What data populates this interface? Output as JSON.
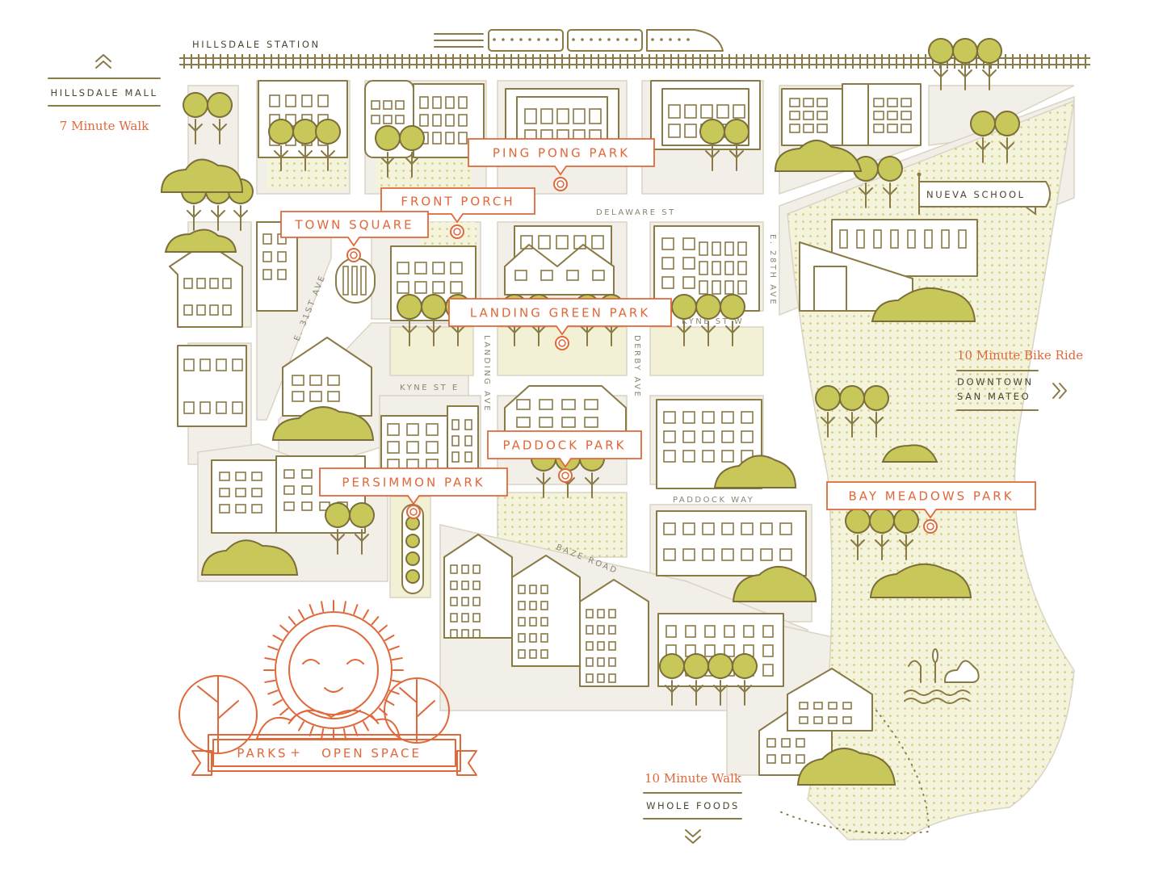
{
  "stations": {
    "hillsdale": "HILLSDALE STATION"
  },
  "destinations": {
    "mall": {
      "name": "HILLSDALE MALL",
      "time": "7 Minute Walk"
    },
    "downtown": {
      "line1": "DOWNTOWN",
      "line2": "SAN MATEO",
      "time": "10 Minute Bike Ride"
    },
    "whole_foods": {
      "name": "WHOLE FOODS",
      "time": "10 Minute Walk"
    }
  },
  "school": "NUEVA SCHOOL",
  "streets": {
    "delaware": "DELAWARE ST",
    "kyne_w": "KYNE ST W",
    "kyne_e": "KYNE ST E",
    "paddock": "PADDOCK WAY",
    "baze": "BAZE ROAD",
    "landing": "LANDING AVE",
    "derby": "DERBY AVE",
    "e31": "E. 31ST AVE",
    "e28": "E. 28TH AVE"
  },
  "parks": [
    {
      "id": "ping-pong",
      "name": "PING PONG PARK"
    },
    {
      "id": "front-porch",
      "name": "FRONT PORCH"
    },
    {
      "id": "town-square",
      "name": "TOWN SQUARE"
    },
    {
      "id": "landing-green",
      "name": "LANDING GREEN PARK"
    },
    {
      "id": "paddock",
      "name": "PADDOCK PARK"
    },
    {
      "id": "persimmon",
      "name": "PERSIMMON PARK"
    },
    {
      "id": "bay-meadows",
      "name": "BAY MEADOWS PARK"
    }
  ],
  "banner": {
    "left": "PARKS",
    "plus": "+",
    "right": "OPEN SPACE"
  },
  "icons": {
    "up": "chevron-up-icon",
    "right": "chevron-right-icon",
    "down": "chevron-down-icon",
    "train": "train-icon",
    "sun": "sun-face-icon",
    "duck": "duck-icon",
    "flag": "flag-icon"
  },
  "colors": {
    "accent": "#e0683a",
    "tree": "#c8c85a",
    "outline": "#8a7a45",
    "block": "#f1efe8",
    "park": "#f2f1d6"
  }
}
